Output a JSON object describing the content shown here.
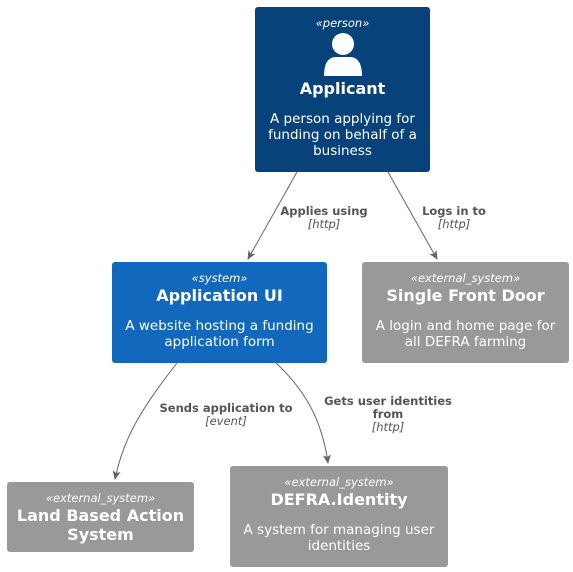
{
  "colors": {
    "person": "#08427b",
    "system": "#1168bd",
    "external": "#999999",
    "edge": "#666666",
    "edge_text": "#555555"
  },
  "nodes": {
    "applicant": {
      "icon": "person-icon",
      "stereotype": "«person»",
      "title": "Applicant",
      "description": [
        "A person applying for",
        "funding on behalf of a",
        "business"
      ]
    },
    "application_ui": {
      "stereotype": "«system»",
      "title": "Application UI",
      "description": [
        "A website hosting a funding",
        "application form"
      ]
    },
    "single_front_door": {
      "stereotype": "«external_system»",
      "title": "Single Front Door",
      "description": [
        "A login and home page for",
        "all DEFRA farming"
      ]
    },
    "land_based_action": {
      "stereotype": "«external_system»",
      "title": [
        "Land Based Action",
        "System"
      ],
      "description": []
    },
    "defra_identity": {
      "stereotype": "«external_system»",
      "title": "DEFRA.Identity",
      "description": [
        "A system for managing user",
        "identities"
      ]
    }
  },
  "edges": {
    "applies_using": {
      "label": "Applies using",
      "technology": "[http]"
    },
    "logs_in_to": {
      "label": "Logs in to",
      "technology": "[http]"
    },
    "sends_application": {
      "label": "Sends application to",
      "technology": "[event]"
    },
    "gets_identities": {
      "label": [
        "Gets user identities",
        "from"
      ],
      "technology": "[http]"
    }
  }
}
